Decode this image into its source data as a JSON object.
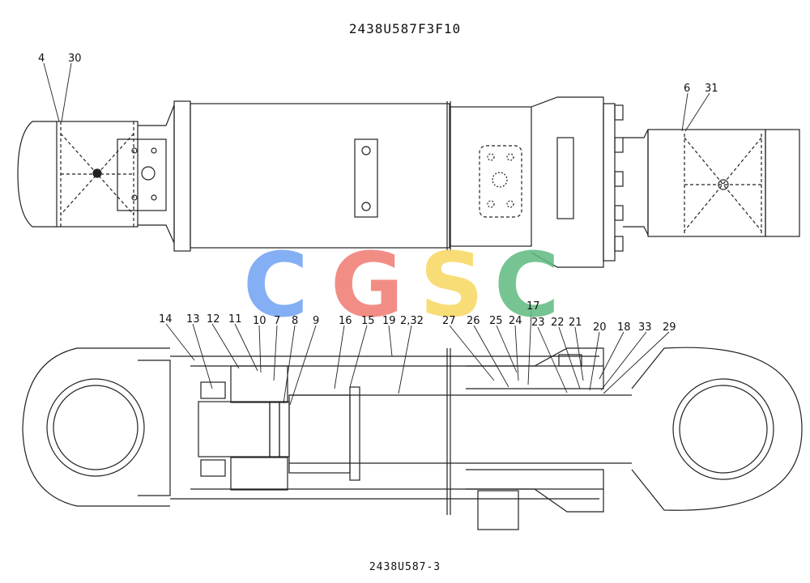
{
  "drawing": {
    "title": "2438U587F3F10",
    "footer": "2438U587-3"
  },
  "watermark": {
    "letters": [
      "C",
      "G",
      "S",
      "C"
    ],
    "colors": [
      "#6fa2f3",
      "#f07a72",
      "#f7d860",
      "#5dba80"
    ]
  },
  "callouts": [
    "4",
    "30",
    "6",
    "31",
    "14",
    "13",
    "12",
    "11",
    "10",
    "7",
    "8",
    "9",
    "16",
    "15",
    "19",
    "2,32",
    "27",
    "26",
    "25",
    "24",
    "17",
    "23",
    "22",
    "21",
    "20",
    "18",
    "33",
    "29"
  ]
}
